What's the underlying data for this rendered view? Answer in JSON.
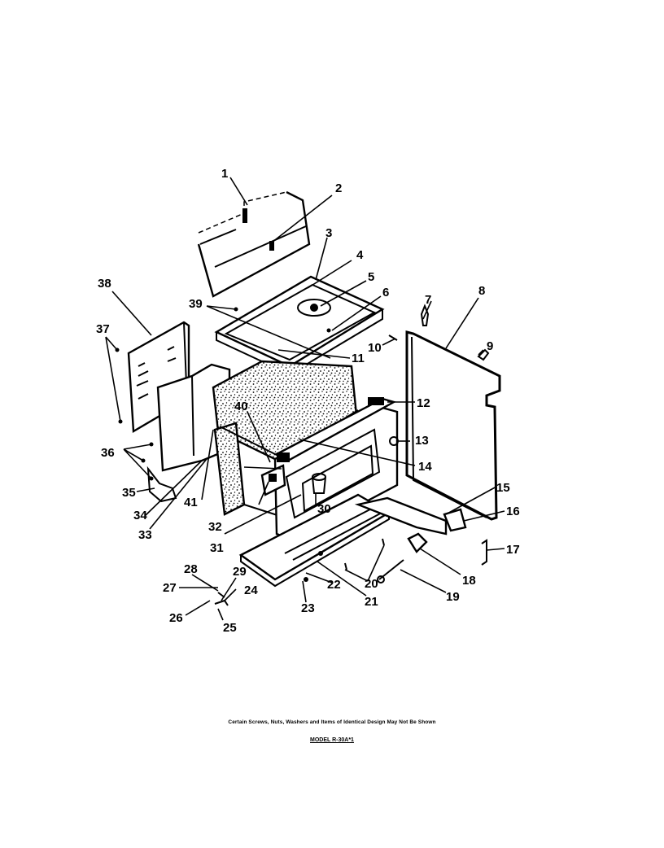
{
  "callouts": [
    "1",
    "2",
    "3",
    "4",
    "5",
    "6",
    "7",
    "8",
    "9",
    "10",
    "11",
    "12",
    "13",
    "14",
    "15",
    "16",
    "17",
    "18",
    "19",
    "20",
    "21",
    "22",
    "23",
    "24",
    "25",
    "26",
    "27",
    "28",
    "29",
    "30",
    "31",
    "32",
    "33",
    "34",
    "35",
    "36",
    "37",
    "38",
    "39",
    "40",
    "41"
  ],
  "footer": {
    "note": "Certain Screws, Nuts, Washers and Items of Identical Design May Not Be Shown",
    "model": "MODEL R-30A*1"
  }
}
